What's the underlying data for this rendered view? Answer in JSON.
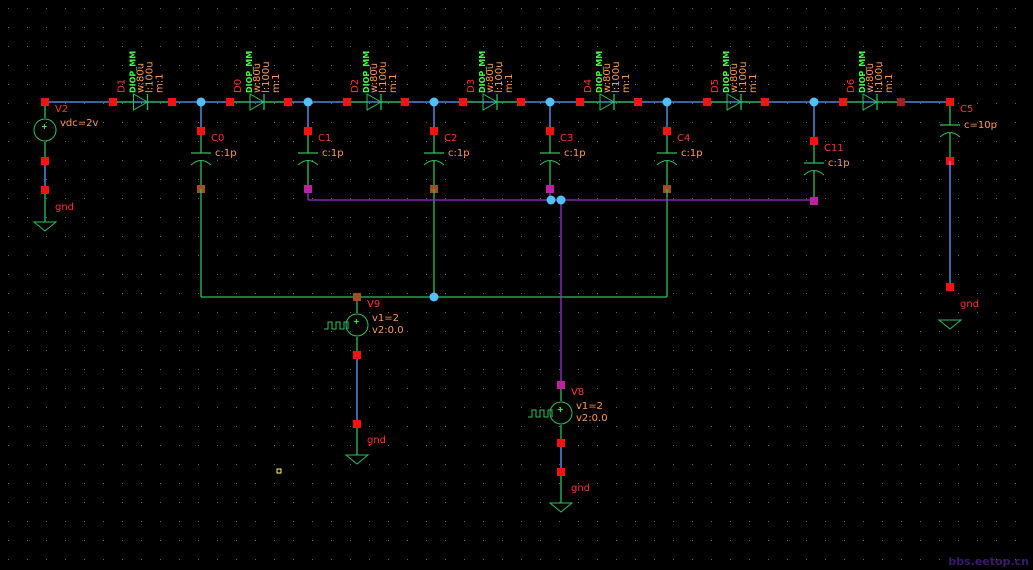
{
  "colors": {
    "background": "#000000",
    "wire_blue": "#5aa0ff",
    "wire_green": "#2fbf5a",
    "wire_purple": "#9a30d0",
    "pin": "#ff1010",
    "dot": "#50c0ff",
    "instance_label": "#ff3030",
    "param": "#ff9a50",
    "model": "#40ff40"
  },
  "diodes": [
    {
      "name": "D1",
      "model": "DIOP_MM",
      "w": "w:80u",
      "l": "l:100u",
      "m": "m:1"
    },
    {
      "name": "D0",
      "model": "DIOP_MM",
      "w": "w:80u",
      "l": "l:100u",
      "m": "m:1"
    },
    {
      "name": "D2",
      "model": "DIOP_MM",
      "w": "w:80u",
      "l": "l:100u",
      "m": "m:1"
    },
    {
      "name": "D3",
      "model": "DIOP_MM",
      "w": "w:80u",
      "l": "l:100u",
      "m": "m:1"
    },
    {
      "name": "D4",
      "model": "DIOP_MM",
      "w": "w:80u",
      "l": "l:100u",
      "m": "m:1"
    },
    {
      "name": "D5",
      "model": "DIOP_MM",
      "w": "w:80u",
      "l": "l:100u",
      "m": "m:1"
    },
    {
      "name": "D6",
      "model": "DIOP_MM",
      "w": "w:80u",
      "l": "l:100u",
      "m": "m:1"
    }
  ],
  "capacitors": [
    {
      "name": "C0",
      "value": "c:1p"
    },
    {
      "name": "C1",
      "value": "c:1p"
    },
    {
      "name": "C2",
      "value": "c:1p"
    },
    {
      "name": "C3",
      "value": "c:1p"
    },
    {
      "name": "C4",
      "value": "c:1p"
    },
    {
      "name": "C11",
      "value": "c:1p"
    },
    {
      "name": "C5",
      "value": "c=10p"
    }
  ],
  "sources": [
    {
      "name": "V2",
      "params": [
        "vdc=2v"
      ]
    },
    {
      "name": "V9",
      "params": [
        "v1=2",
        "v2:0.0"
      ]
    },
    {
      "name": "V8",
      "params": [
        "v1=2",
        "v2:0.0"
      ]
    }
  ],
  "ground_label": "gnd",
  "watermark": "bbs.eetop.cn"
}
